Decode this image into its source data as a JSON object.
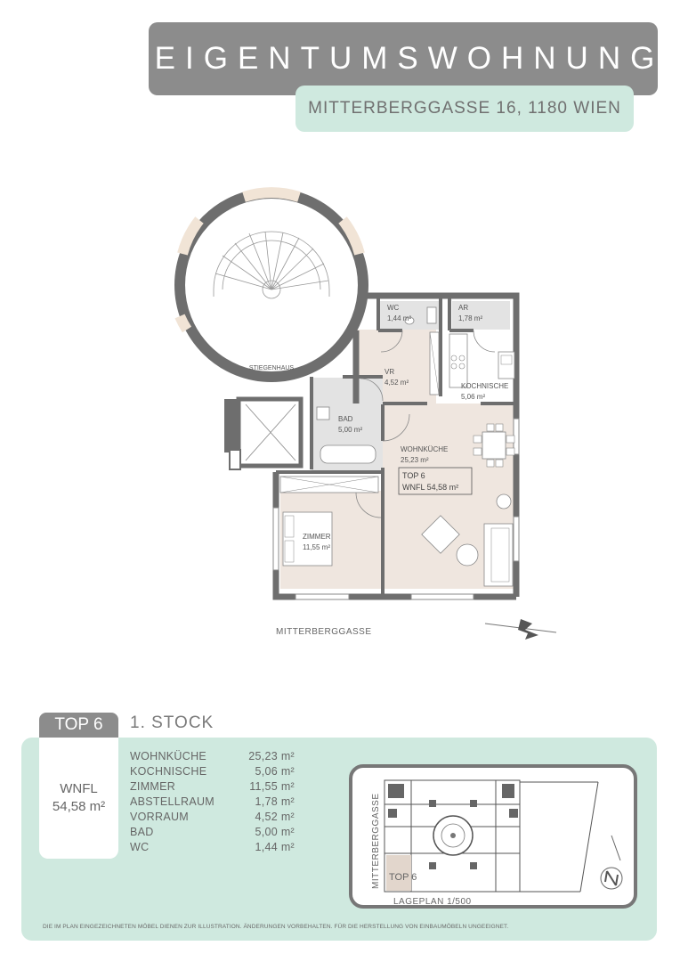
{
  "header": {
    "title": "EIGENTUMSWOHNUNG",
    "address": "MITTERBERGGASSE 16, 1180 WIEN"
  },
  "plan": {
    "stairwell": "STIEGENHAUS",
    "wc": {
      "name": "WC",
      "area": "1,44 m²"
    },
    "ar": {
      "name": "AR",
      "area": "1,78 m²"
    },
    "vr": {
      "name": "VR",
      "area": "4,52 m²"
    },
    "kochnische": {
      "name": "KOCHNISCHE",
      "area": "5,06 m²"
    },
    "bad": {
      "name": "BAD",
      "area": "5,00 m²"
    },
    "wohnkueche": {
      "name": "WOHNKÜCHE",
      "area": "25,23 m²"
    },
    "unit_label": "TOP 6",
    "unit_area": "WNFL 54,58 m²",
    "zimmer": {
      "name": "ZIMMER",
      "area": "11,55 m²"
    },
    "street": "MITTERBERGGASSE"
  },
  "summary": {
    "top": "TOP 6",
    "floor": "1. STOCK",
    "wnfl_label": "WNFL",
    "wnfl_value": "54,58 m²",
    "rooms": [
      {
        "name": "WOHNKÜCHE",
        "area": "25,23 m²"
      },
      {
        "name": "KOCHNISCHE",
        "area": "5,06 m²"
      },
      {
        "name": "ZIMMER",
        "area": "11,55 m²"
      },
      {
        "name": "ABSTELLRAUM",
        "area": "1,78 m²"
      },
      {
        "name": "VORRAUM",
        "area": "4,52 m²"
      },
      {
        "name": "BAD",
        "area": "5,00 m²"
      },
      {
        "name": "WC",
        "area": "1,44 m²"
      }
    ]
  },
  "site_plan": {
    "street": "MITTERBERGGASSE",
    "unit": "TOP 6",
    "caption": "LAGEPLAN 1/500"
  },
  "disclaimer": "DIE IM PLAN EINGEZEICHNETEN MÖBEL DIENEN ZUR ILLUSTRATION. ÄNDERUNGEN VORBEHALTEN. FÜR DIE HERSTELLUNG VON EINBAUMÖBELN UNGEEIGNET.",
  "colors": {
    "gray": "#8c8c8c",
    "mint": "#cfe9df",
    "floor_beige": "#efe6df",
    "wall": "#6e6e6e"
  }
}
